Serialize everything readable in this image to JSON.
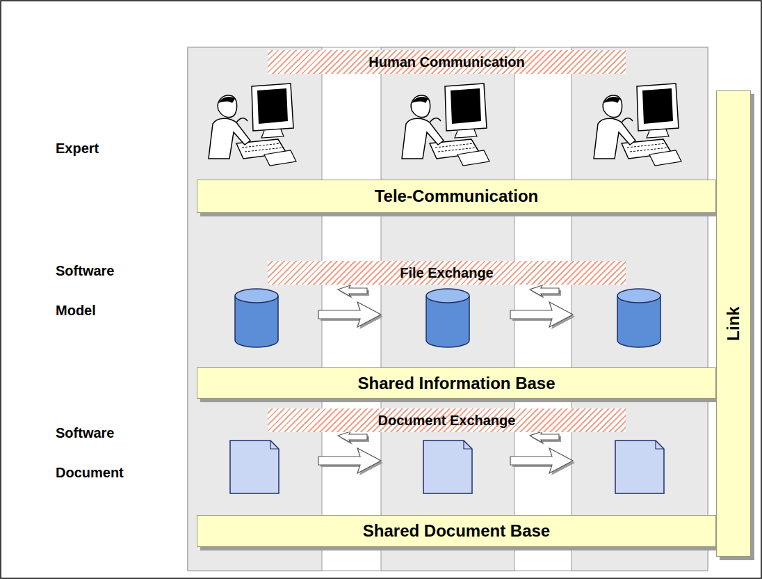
{
  "diagram": {
    "nodes": [
      {
        "text": [
          "Human Communication"
        ]
      },
      {
        "text": [
          "Tele-Communication"
        ]
      },
      {
        "text": [
          "File Exchange"
        ]
      },
      {
        "text": [
          "Shared Information Base"
        ]
      },
      {
        "text": [
          "Document Exchange"
        ]
      },
      {
        "text": [
          "Shared Document Base"
        ]
      },
      {
        "text": [
          "Link"
        ]
      }
    ],
    "labels": [
      "Expert",
      "Software Model",
      "Software Document"
    ]
  }
}
